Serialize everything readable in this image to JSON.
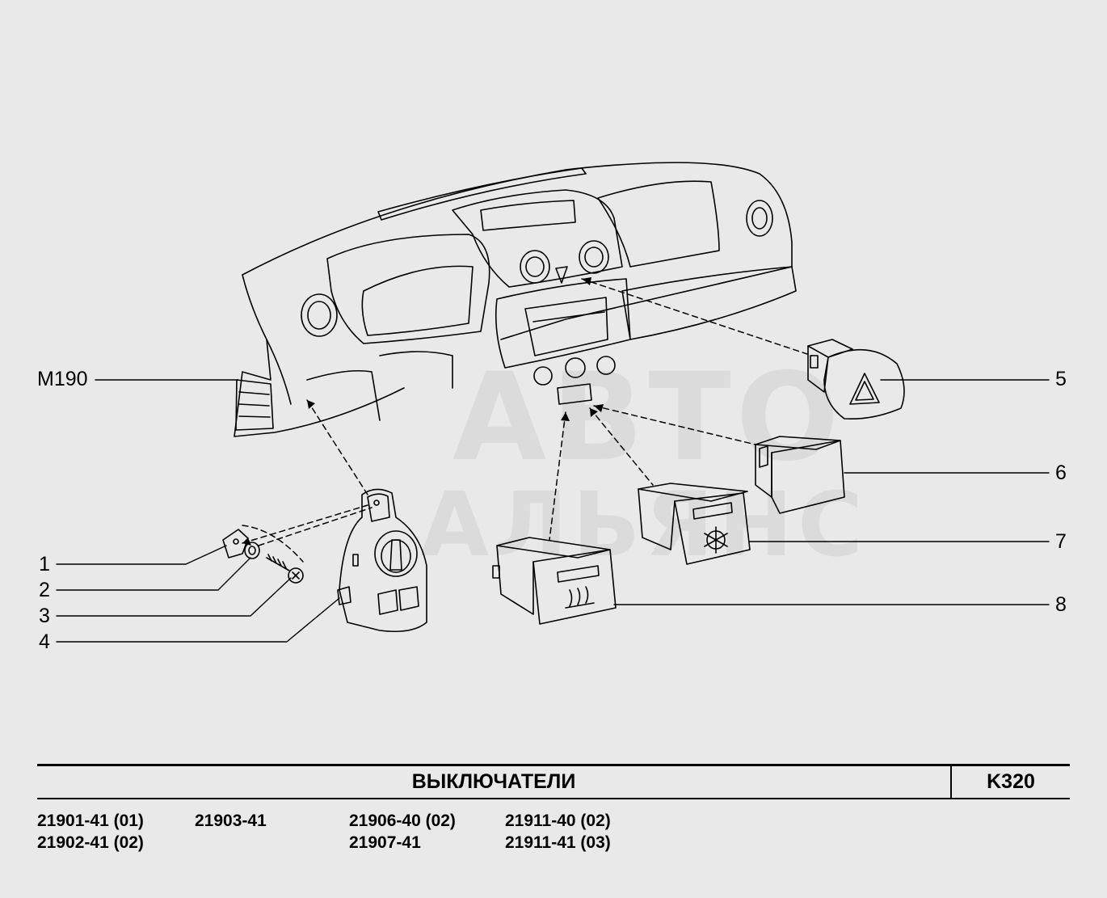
{
  "diagram": {
    "callouts": [
      {
        "id": "m190",
        "label": "M190"
      },
      {
        "id": "1",
        "label": "1"
      },
      {
        "id": "2",
        "label": "2"
      },
      {
        "id": "3",
        "label": "3"
      },
      {
        "id": "4",
        "label": "4"
      },
      {
        "id": "5",
        "label": "5"
      },
      {
        "id": "6",
        "label": "6"
      },
      {
        "id": "7",
        "label": "7"
      },
      {
        "id": "8",
        "label": "8"
      }
    ],
    "watermark": {
      "line1": "АВТО",
      "line2": "АЛЬЯНС"
    }
  },
  "footer": {
    "title": "ВЫКЛЮЧАТЕЛИ",
    "code": "K320",
    "models": [
      [
        "21901-41 (01)",
        "21902-41 (02)"
      ],
      [
        "21903-41"
      ],
      [
        "21906-40 (02)",
        "21907-41"
      ],
      [
        "21911-40 (02)",
        "21911-41 (03)"
      ]
    ]
  },
  "colors": {
    "background": "#e9e9e9",
    "line": "#000000"
  }
}
